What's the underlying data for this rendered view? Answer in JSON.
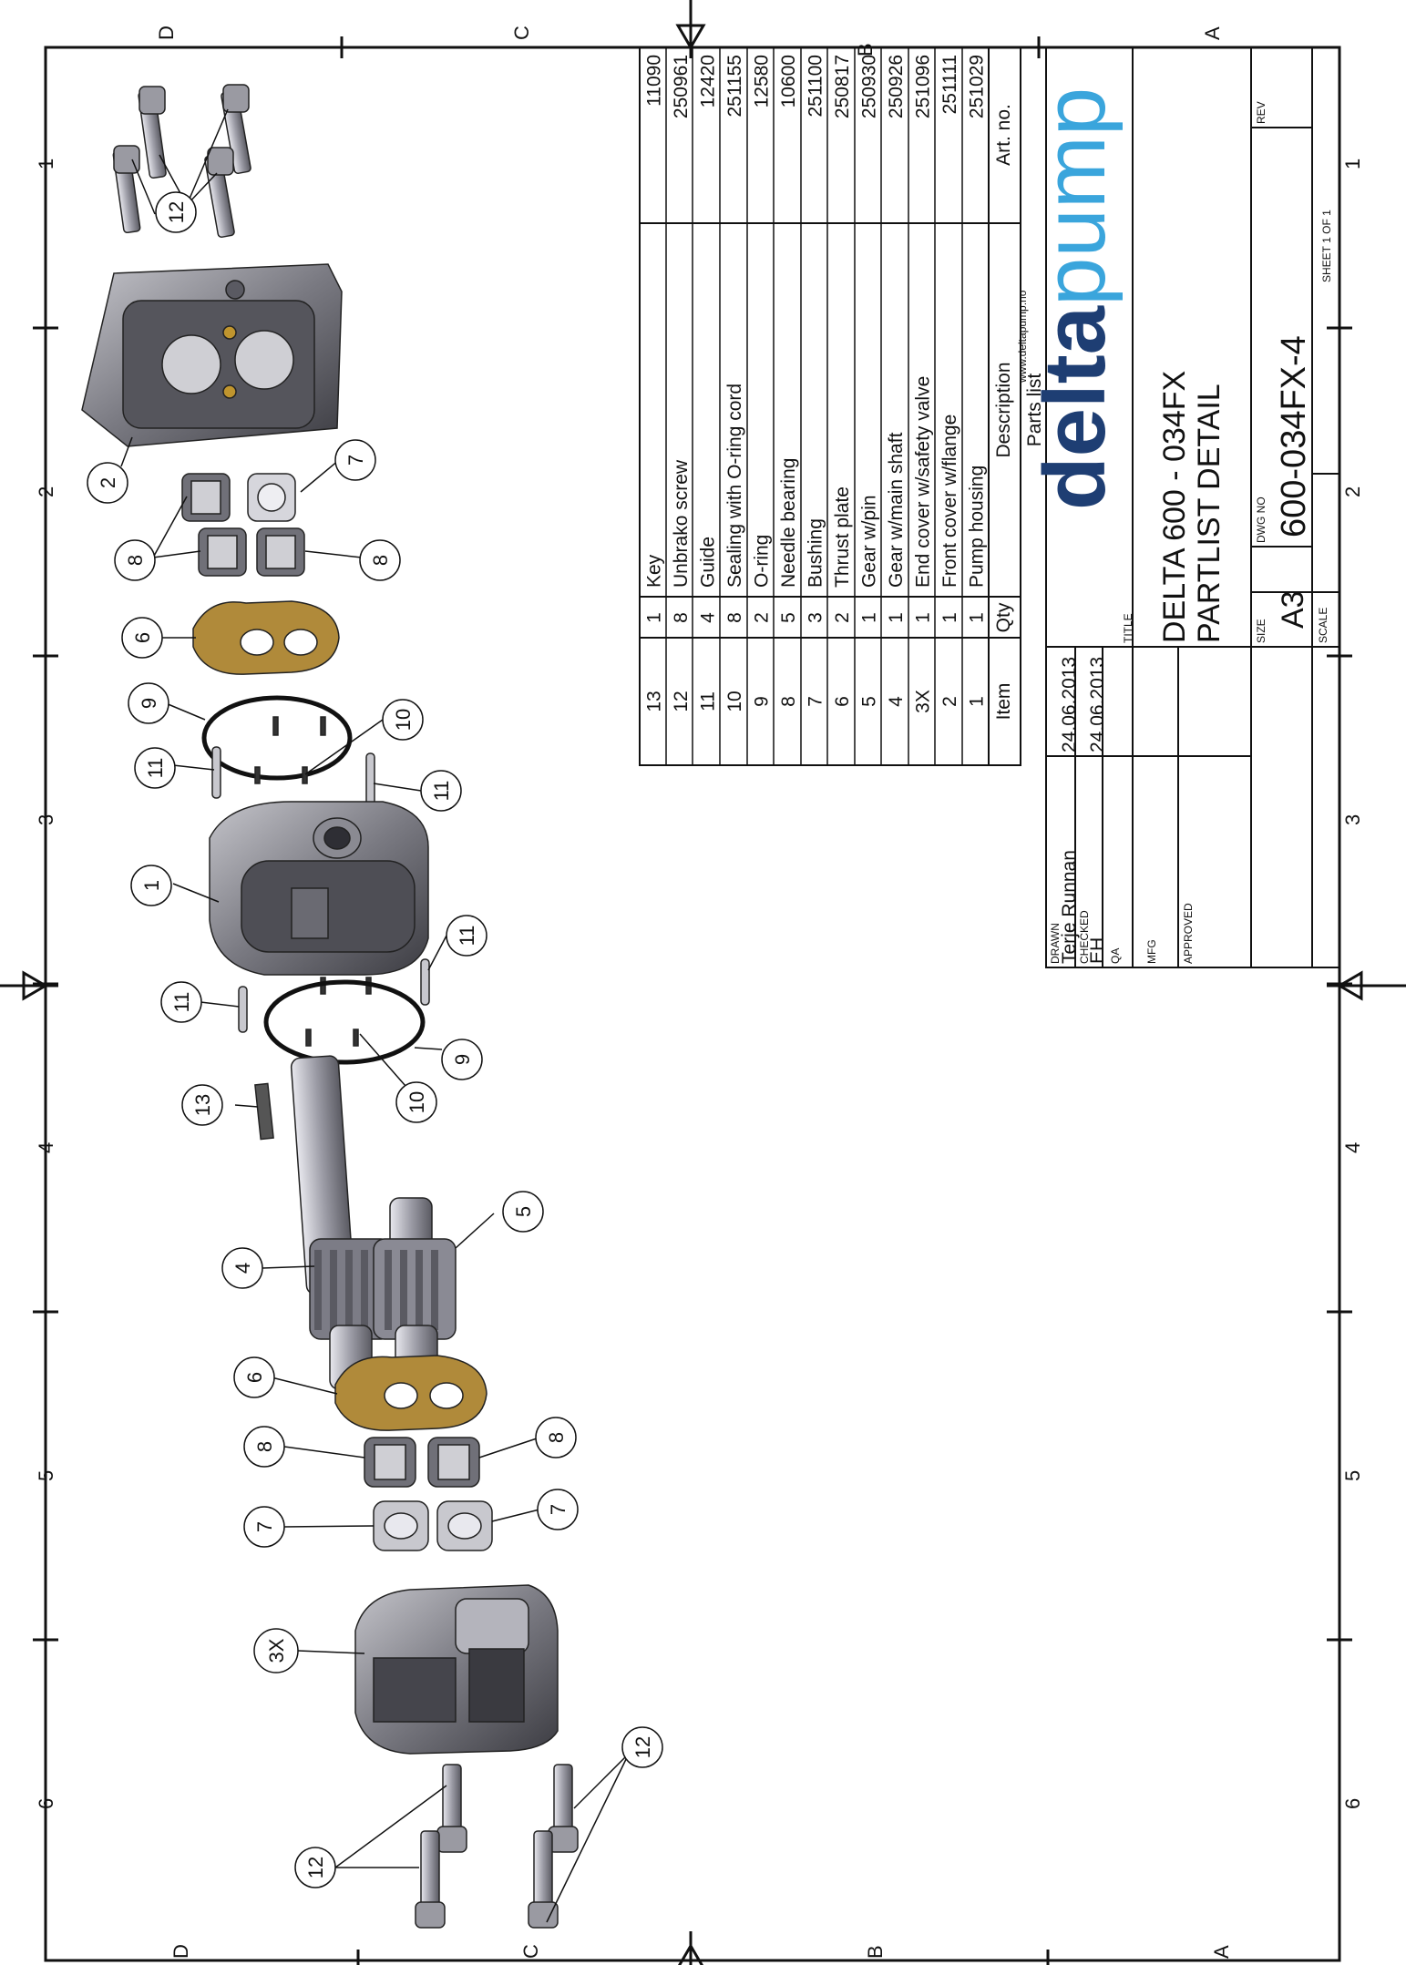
{
  "frame": {
    "zones_top": [
      "D",
      "C",
      "B",
      "A"
    ],
    "zones_side": [
      "1",
      "2",
      "3",
      "4",
      "5",
      "6"
    ]
  },
  "balloons": [
    {
      "n": "12",
      "label": "12"
    },
    {
      "n": "2",
      "label": "2"
    },
    {
      "n": "7",
      "label": "7"
    },
    {
      "n": "8",
      "label": "8"
    },
    {
      "n": "6",
      "label": "6"
    },
    {
      "n": "9",
      "label": "9"
    },
    {
      "n": "10",
      "label": "10"
    },
    {
      "n": "11",
      "label": "11"
    },
    {
      "n": "1",
      "label": "1"
    },
    {
      "n": "13",
      "label": "13"
    },
    {
      "n": "4",
      "label": "4"
    },
    {
      "n": "5",
      "label": "5"
    },
    {
      "n": "3X",
      "label": "3X"
    }
  ],
  "parts_list": {
    "caption": "Parts list",
    "headers": {
      "item": "Item",
      "qty": "Qty",
      "description": "Description",
      "art_no": "Art. no."
    },
    "rows": [
      {
        "item": "13",
        "qty": "1",
        "description": "Key",
        "art_no": "11090"
      },
      {
        "item": "12",
        "qty": "8",
        "description": "Unbrako screw",
        "art_no": "250961"
      },
      {
        "item": "11",
        "qty": "4",
        "description": "Guide",
        "art_no": "12420"
      },
      {
        "item": "10",
        "qty": "8",
        "description": "Sealing with O-ring cord",
        "art_no": "251155"
      },
      {
        "item": "9",
        "qty": "2",
        "description": "O-ring",
        "art_no": "12580"
      },
      {
        "item": "8",
        "qty": "5",
        "description": "Needle bearing",
        "art_no": "10600"
      },
      {
        "item": "7",
        "qty": "3",
        "description": "Bushing",
        "art_no": "251100"
      },
      {
        "item": "6",
        "qty": "2",
        "description": "Thrust plate",
        "art_no": "250817"
      },
      {
        "item": "5",
        "qty": "1",
        "description": "Gear w/pin",
        "art_no": "250930"
      },
      {
        "item": "4",
        "qty": "1",
        "description": "Gear w/main shaft",
        "art_no": "250926"
      },
      {
        "item": "3X",
        "qty": "1",
        "description": "End cover w/safety valve",
        "art_no": "251096"
      },
      {
        "item": "2",
        "qty": "1",
        "description": "Front cover w/flange",
        "art_no": "251111"
      },
      {
        "item": "1",
        "qty": "1",
        "description": "Pump housing",
        "art_no": "251029"
      }
    ]
  },
  "title_block": {
    "drawn_label": "DRAWN",
    "drawn_name": "Terje Runnan",
    "drawn_date": "24.06.2013",
    "checked_label": "CHECKED",
    "checked_name": "EH",
    "checked_date": "24.06.2013",
    "qa_label": "QA",
    "mfg_label": "MFG",
    "approved_label": "APPROVED",
    "title_label": "TITLE",
    "title_line1": "DELTA 600 - 034FX",
    "title_line2": "PARTLIST DETAIL",
    "size_label": "SIZE",
    "size": "A3",
    "dwgno_label": "DWG NO",
    "dwg_no": "600-034FX-4",
    "rev_label": "REV",
    "scale_label": "SCALE",
    "sheet": "SHEET 1  OF 1"
  },
  "logo": {
    "part1": "delta",
    "part2": "pump",
    "url": "www.deltapump.no"
  },
  "colors": {
    "line": "#111111",
    "metal": "#6f6f76",
    "metal_light": "#b8b8be",
    "thrust_plate": "#b08a3a",
    "brand_dark": "#1e3e73",
    "brand_light": "#3aa5dc"
  }
}
